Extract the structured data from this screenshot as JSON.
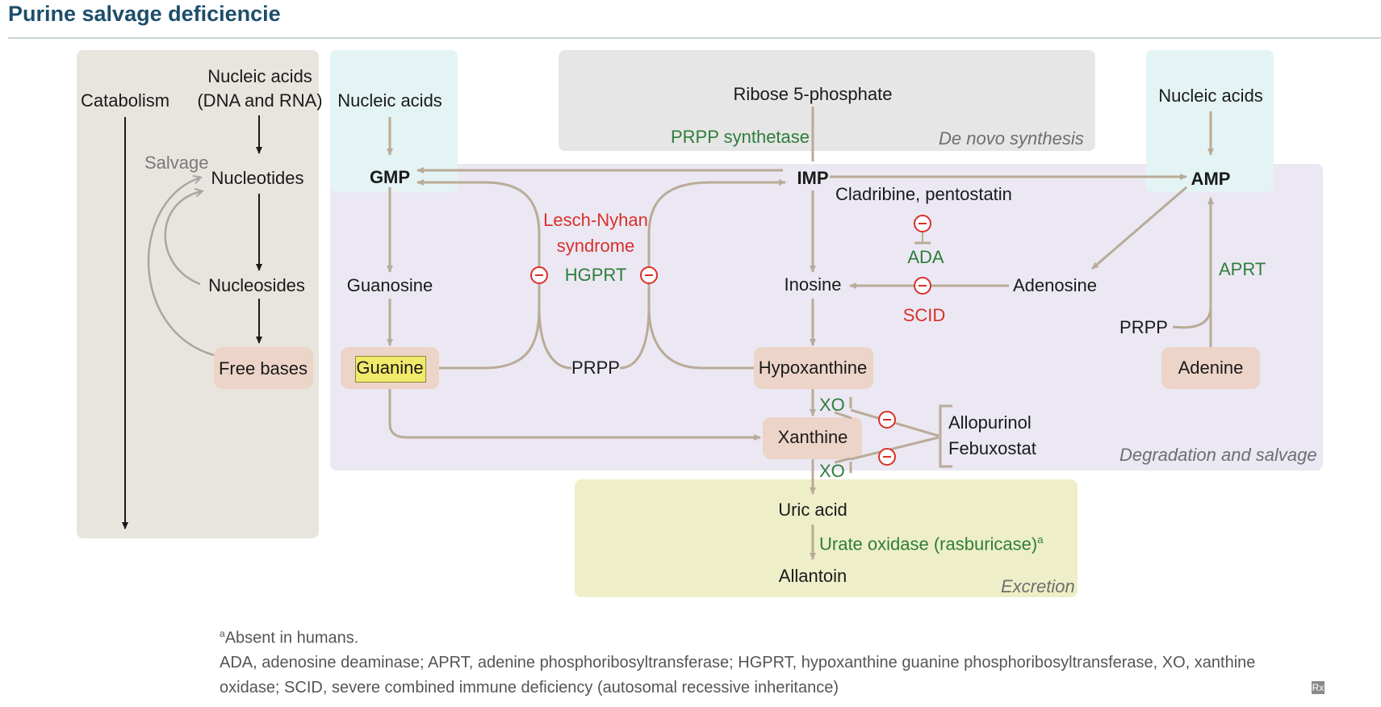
{
  "title": "Purine salvage deficiencie",
  "panels": {
    "degradation": "Degradation and salvage",
    "denovo": "De novo synthesis",
    "excretion": "Excretion"
  },
  "left": {
    "catabolism": "Catabolism",
    "nucleic_acids_line1": "Nucleic acids",
    "nucleic_acids_line2": "(DNA and RNA)",
    "salvage": "Salvage",
    "nucleotides": "Nucleotides",
    "nucleosides": "Nucleosides",
    "free_bases": "Free bases"
  },
  "nodes": {
    "nucleic_acids_left": "Nucleic acids",
    "nucleic_acids_right": "Nucleic acids",
    "ribose": "Ribose 5-phosphate",
    "gmp": "GMP",
    "imp": "IMP",
    "amp": "AMP",
    "guanosine": "Guanosine",
    "inosine": "Inosine",
    "adenosine": "Adenosine",
    "guanine": "Guanine",
    "hypoxanthine": "Hypoxanthine",
    "adenine": "Adenine",
    "xanthine": "Xanthine",
    "uric_acid": "Uric acid",
    "allantoin": "Allantoin",
    "prpp_mid": "PRPP",
    "prpp_right": "PRPP"
  },
  "enzymes": {
    "prpp_synthetase": "PRPP synthetase",
    "hgprt": "HGPRT",
    "ada": "ADA",
    "aprt": "APRT",
    "xo_top": "XO",
    "xo_bottom": "XO",
    "urate_oxidase": "Urate oxidase (rasburicase)",
    "urate_sup": "a"
  },
  "drugs": {
    "cladribine": "Cladribine, pentostatin",
    "allopurinol": "Allopurinol",
    "febuxostat": "Febuxostat"
  },
  "diseases": {
    "lesch1": "Lesch-Nyhan",
    "lesch2": "syndrome",
    "scid": "SCID"
  },
  "footnotes": {
    "sup": "a",
    "absent": "Absent in humans.",
    "abbrev1": "ADA, adenosine deaminase; APRT, adenine phosphoribosyltransferase; HGPRT, hypoxanthine guanine phosphoribosyltransferase, XO, xanthine",
    "abbrev2": "oxidase; SCID, severe combined immune deficiency (autosomal recessive inheritance)",
    "logo": "Rx"
  },
  "colors": {
    "title": "#1d4e6b",
    "enzyme": "#2f7d3a",
    "inhibitor": "#d9302a",
    "arrow": "#b9ab97",
    "degradation_panel": "#ebe8f3",
    "denovo_panel": "#e6e6e6",
    "excretion_panel": "#eeefc8",
    "catabolism_panel": "#e8e5df",
    "nucleic_panel": "#e4f3f3",
    "base_box": "#ecd4c8",
    "highlight": "#f2ea6a"
  }
}
